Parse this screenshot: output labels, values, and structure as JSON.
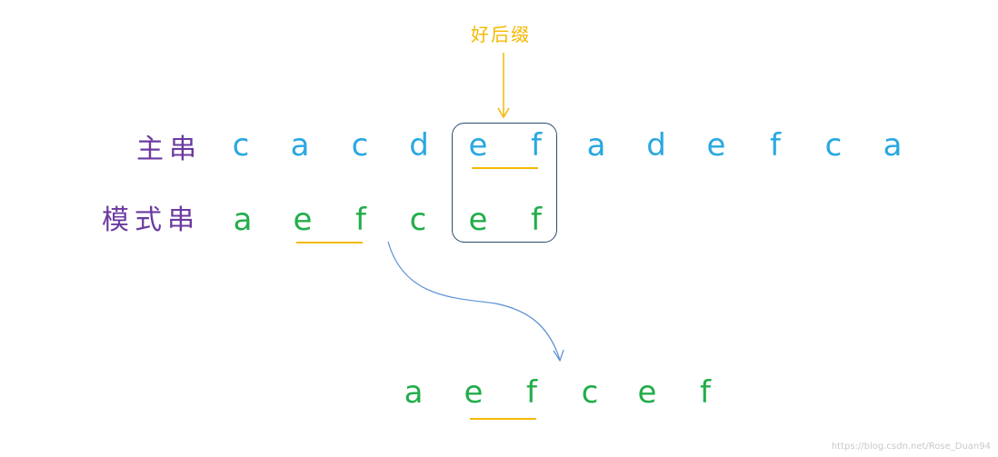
{
  "colors": {
    "main_label": "#6b3aa0",
    "main_text": "#29a8e0",
    "pattern_text": "#22ad4a",
    "highlight": "#f5b800",
    "box": "#2b4a6e",
    "curve": "#5a8fd6",
    "watermark": "#c9c9c9"
  },
  "annotation": {
    "label": "好后缀"
  },
  "main_string": {
    "label": "主串",
    "chars": [
      "c",
      "a",
      "c",
      "d",
      "e",
      "f",
      "a",
      "d",
      "e",
      "f",
      "c",
      "a"
    ]
  },
  "pattern_string": {
    "label": "模式串",
    "chars": [
      "a",
      "e",
      "f",
      "c",
      "e",
      "f"
    ]
  },
  "shifted_pattern": {
    "chars": [
      "a",
      "e",
      "f",
      "c",
      "e",
      "f"
    ]
  },
  "watermark": "https://blog.csdn.net/Rose_Duan94"
}
